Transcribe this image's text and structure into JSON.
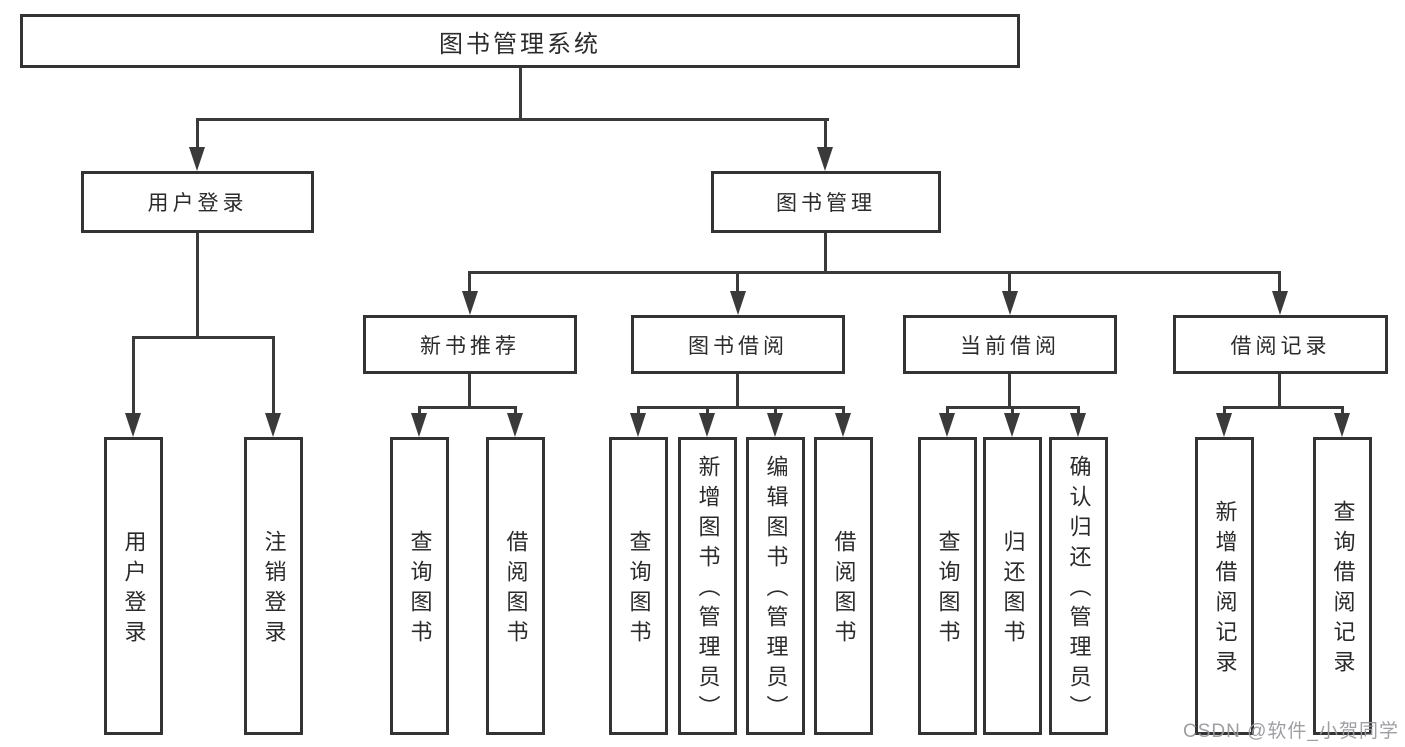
{
  "tree": {
    "label": "图书管理系统",
    "children": [
      {
        "label": "用户登录",
        "children": [
          {
            "label": "用户登录"
          },
          {
            "label": "注销登录"
          }
        ]
      },
      {
        "label": "图书管理",
        "children": [
          {
            "label": "新书推荐",
            "children": [
              {
                "label": "查询图书"
              },
              {
                "label": "借阅图书"
              }
            ]
          },
          {
            "label": "图书借阅",
            "children": [
              {
                "label": "查询图书"
              },
              {
                "label": "新增图书（管理员）"
              },
              {
                "label": "编辑图书（管理员）"
              },
              {
                "label": "借阅图书"
              }
            ]
          },
          {
            "label": "当前借阅",
            "children": [
              {
                "label": "查询图书"
              },
              {
                "label": "归还图书"
              },
              {
                "label": "确认归还（管理员）"
              }
            ]
          },
          {
            "label": "借阅记录",
            "children": [
              {
                "label": "新增借阅记录"
              },
              {
                "label": "查询借阅记录"
              }
            ]
          }
        ]
      }
    ]
  },
  "watermark": {
    "text": "CSDN @软件_小贺同学"
  },
  "colors": {
    "line": "#3a3a3a",
    "box_border": "#333333",
    "text": "#2b2b2b",
    "background": "#ffffff",
    "watermark": "#989a9e"
  }
}
